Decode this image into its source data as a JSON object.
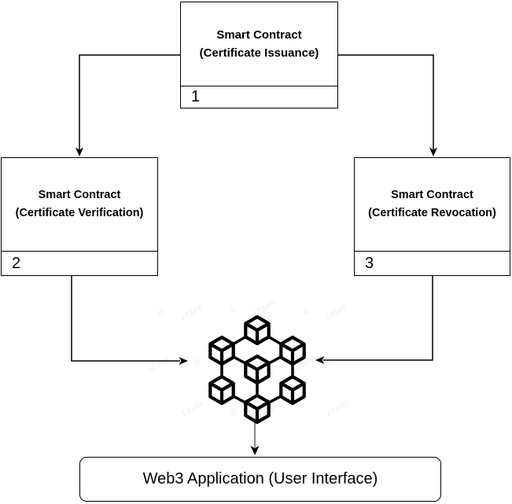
{
  "nodes": {
    "issuance": {
      "line1": "Smart Contract",
      "line2": "(Certificate Issuance)",
      "number": "1"
    },
    "verification": {
      "line1": "Smart Contract",
      "line2": "(Certificate Verification)",
      "number": "2"
    },
    "revocation": {
      "line1": "Smart Contract",
      "line2": "(Certificate Revocation)",
      "number": "3"
    },
    "web3": {
      "label": "Web3 Application (User Interface)"
    }
  },
  "icon": {
    "name": "blockchain-network-icon",
    "cubes": 7
  },
  "edges": [
    {
      "from": "issuance",
      "to": "verification"
    },
    {
      "from": "issuance",
      "to": "revocation"
    },
    {
      "from": "verification",
      "to": "blockchain-network"
    },
    {
      "from": "revocation",
      "to": "blockchain-network"
    },
    {
      "from": "blockchain-network",
      "to": "web3"
    }
  ],
  "colors": {
    "stroke": "#000000",
    "background": "#ffffff",
    "text": "#000000",
    "center_arrow_shaft": "#8a8a8a"
  },
  "watermark": {
    "text": "123RF",
    "symbol": "©"
  }
}
